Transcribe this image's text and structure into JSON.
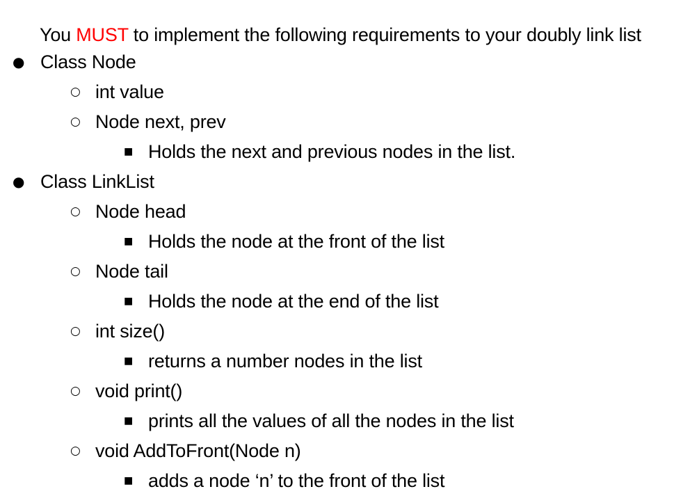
{
  "document": {
    "background_color": "#ffffff",
    "text_color": "#000000",
    "accent_color": "#FF0000",
    "intro": {
      "before_emphasis": "You ",
      "emphasis": "MUST",
      "after_emphasis": " to implement the following requirements to your doubly link list"
    },
    "bullet_glyphs": {
      "level1": "●",
      "level2": "○",
      "level3": "■"
    },
    "items": [
      {
        "level": 1,
        "text": "Class Node"
      },
      {
        "level": 2,
        "text": "int value"
      },
      {
        "level": 2,
        "text": "Node next, prev"
      },
      {
        "level": 3,
        "text": "Holds the next and previous nodes in the list."
      },
      {
        "level": 1,
        "text": "Class LinkList"
      },
      {
        "level": 2,
        "text": "Node head"
      },
      {
        "level": 3,
        "text": "Holds the node at the front of the list"
      },
      {
        "level": 2,
        "text": "Node tail"
      },
      {
        "level": 3,
        "text": "Holds the node at the end of the list"
      },
      {
        "level": 2,
        "text": "int size()"
      },
      {
        "level": 3,
        "text": "returns a number nodes in the list"
      },
      {
        "level": 2,
        "text": "void print()"
      },
      {
        "level": 3,
        "text": "prints all the values of all the nodes in the list"
      },
      {
        "level": 2,
        "text": "void AddToFront(Node n)"
      },
      {
        "level": 3,
        "text": "adds a node ‘n’ to the front of the list"
      }
    ]
  }
}
